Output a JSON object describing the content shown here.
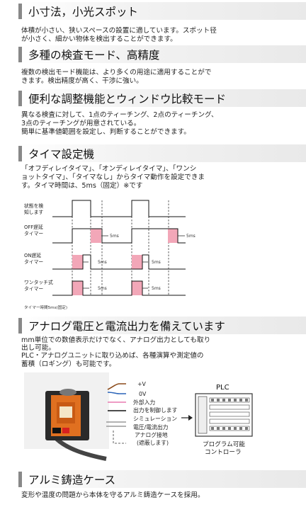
{
  "sections": [
    {
      "title": "小寸法，小光スポット",
      "lines": [
        "体積が小さい、狭いスペースの設置に適しています。スポット径",
        "が小さく、細かい物体を検出することができます。"
      ]
    },
    {
      "title": "多種の検査モード、高精度",
      "lines": [
        "複数の検出モード機能は、より多くの用途に適用することがで",
        "きます。検出精度が高く、干渉に強い。"
      ]
    },
    {
      "title": "便利な調整機能とウィンドウ比較モード",
      "lines": [
        "異なる検査に対して、1点のティーチング、2点のティーチング、",
        "3点のティーチングが用意されている。",
        "簡単に基準値範囲を設定し、判断することができます。"
      ]
    },
    {
      "title": "タイマ設定機",
      "lines": [
        "「オフディレイタイマ」、「オンディレイタイマ」、「ワンシ",
        "ョットタイマ」、「タイマなし」からタイマ動作を設定できま",
        "す。タイマ時間は、5ms（固定）※です"
      ]
    },
    {
      "title": "アナログ電圧と電流出力を備えています",
      "lines": [
        "mm単位での数値表示だけでなく、アナログ出力としても取り",
        "出し可能。",
        "PLC・アナログユニットに取り込めば、各種演算や測定値の",
        "蓄積（ロギング）も可能です。"
      ]
    },
    {
      "title": "アルミ鋳造ケース",
      "lines": [
        "変形や温度の問題から本体を守るアルミ鋳造ケースを採用。"
      ]
    }
  ],
  "timing": {
    "rows": [
      {
        "label1": "状態を検",
        "label2": "知します"
      },
      {
        "label1": "OFF遅延",
        "label2": "タイマー"
      },
      {
        "label1": "ON遅延",
        "label2": "タイマー"
      },
      {
        "label1": "ワンタッチ式",
        "label2": "タイマー"
      }
    ],
    "ms_label": "5ms",
    "footnote": "タイマー時間5ms(固定)",
    "highlight_color": "#f2a7b8"
  },
  "wiring": {
    "wires": [
      {
        "label": "+V",
        "color": "#8b4a1a"
      },
      {
        "label": "0V",
        "color": "#2a64b8"
      },
      {
        "label": "外部入力",
        "color": "#e87ab0"
      },
      {
        "label": "出力を制御します",
        "color": "#111111"
      },
      {
        "label": "シミュレーション",
        "color": "#999999"
      },
      {
        "label": "電圧/電流出力",
        "color": "#999999"
      },
      {
        "label": "アナログ接地",
        "color": "#999999"
      },
      {
        "label": "(遮蔽します)",
        "color": "#999999"
      }
    ],
    "plc_label": "PLC",
    "controller_line1": "プログラム可能",
    "controller_line2": "コントローラ"
  }
}
